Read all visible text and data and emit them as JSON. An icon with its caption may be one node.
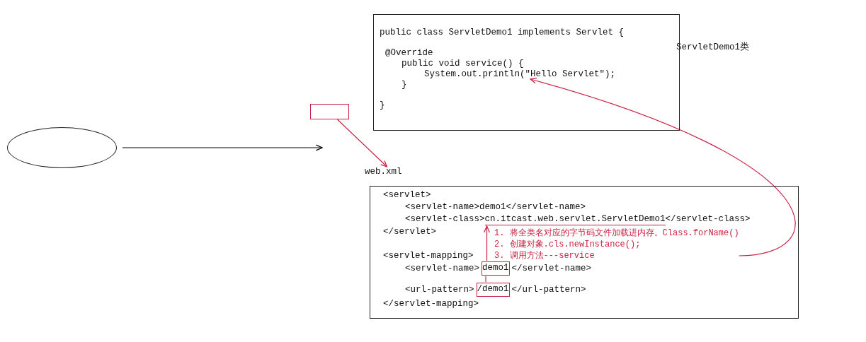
{
  "diagram": {
    "nodes": [
      {
        "text": [],
        "shape": "ellipse"
      },
      {
        "text": [],
        "shape": "box"
      },
      {
        "text": [
          "web.xml"
        ]
      },
      {
        "text": [
          "public class ServletDemo1 implements Servlet {",
          "@Override",
          "public void service()   {",
          "}",
          "}"
        ],
        "beside": [
          "ServletDemo1类"
        ]
      },
      {
        "text": [
          "System.out.println(\"Hello Servlet\");"
        ],
        "in": 3
      },
      {
        "text": [
          "<servlet>",
          "<servlet-name>demo1</servlet-name>",
          "<servlet-class>",
          "</servlet-class>",
          "</servlet>",
          "<servlet-mapping>",
          "<servlet-name>",
          "</servlet-name>",
          "<url-pattern>",
          "</url-pattern>",
          "</servlet-mapping>"
        ]
      },
      {
        "text": [
          "cn.itcast.web.servlet.ServletDemo1"
        ],
        "in": 5
      },
      {
        "text": [
          "demo1"
        ],
        "in": 5
      },
      {
        "text": [
          "/demo1"
        ],
        "in": 5
      },
      {
        "text": [
          "1. 将全类名对应的字节码文件加载进内存。Class.forName()",
          "2. 创建对象.cls.newInstance();",
          "3. 调用方法---service"
        ],
        "in": 5
      }
    ],
    "edges": [
      {
        "from": 0,
        "to": null,
        "arrow": "to",
        "color": "#000000"
      },
      {
        "from": 1,
        "to": 2,
        "arrow": "to"
      },
      {
        "from": 8,
        "to": 7,
        "arrow": "none"
      },
      {
        "from": 7,
        "to": 6,
        "arrow": "to"
      },
      {
        "from": 9,
        "to": 4,
        "arrow": "to"
      }
    ]
  }
}
